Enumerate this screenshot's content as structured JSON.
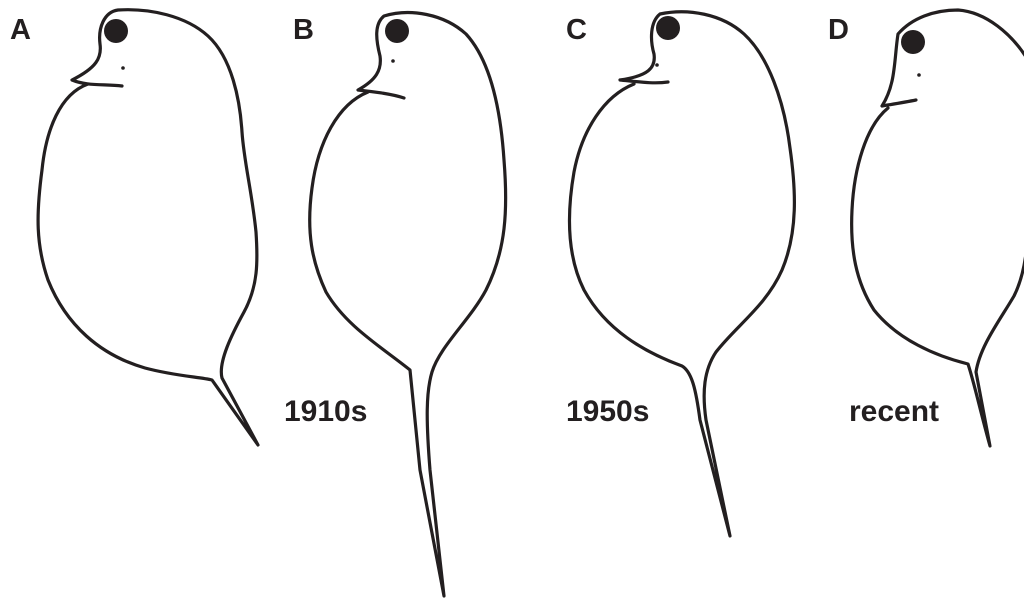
{
  "panels": [
    {
      "letter": "A",
      "label": ""
    },
    {
      "letter": "B",
      "label": "1910s"
    },
    {
      "letter": "C",
      "label": "1950s"
    },
    {
      "letter": "D",
      "label": "recent"
    }
  ],
  "colors": {
    "ink": "#231f20",
    "background": "#ffffff"
  }
}
